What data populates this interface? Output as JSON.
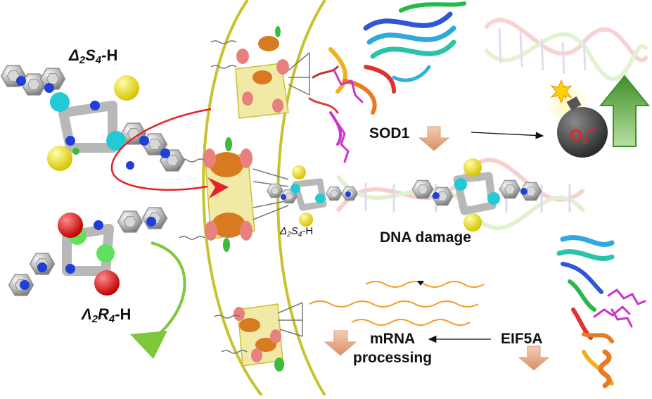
{
  "labels": {
    "complex_delta": {
      "sym": "Δ",
      "sub1": "2",
      "letter": "S",
      "sub2": "4",
      "suffix": "-H"
    },
    "complex_lambda": {
      "sym": "Λ",
      "sub1": "2",
      "letter": "R",
      "sub2": "4",
      "suffix": "-H"
    },
    "complex_bound": {
      "sym": "Δ",
      "sub1": "2",
      "letter": "S",
      "sub2": "4",
      "suffix": "-H"
    },
    "sod1": "SOD1",
    "dna_damage": "DNA damage",
    "eif5a": "EIF5A",
    "mrna_line1": "mRNA",
    "mrna_line2": "processing",
    "superoxide_base": "O",
    "superoxide_sub": "2",
    "superoxide_charge": "•−"
  },
  "colors": {
    "membrane": "#c8c22e",
    "channel_fill": "#f1e9a6",
    "protein_orange": "#d87a1f",
    "protein_pink": "#e88080",
    "protein_green": "#3dbb3d",
    "arrow_down": "#e9b89a",
    "arrow_up": "#5aa83a",
    "selected_arrow": "#e8202a",
    "rejected_arrow": "#7ec63a",
    "mrna_wave": "#f0a020",
    "bomb": "#4a4a4a",
    "helper_magenta": "#cc33cc"
  }
}
